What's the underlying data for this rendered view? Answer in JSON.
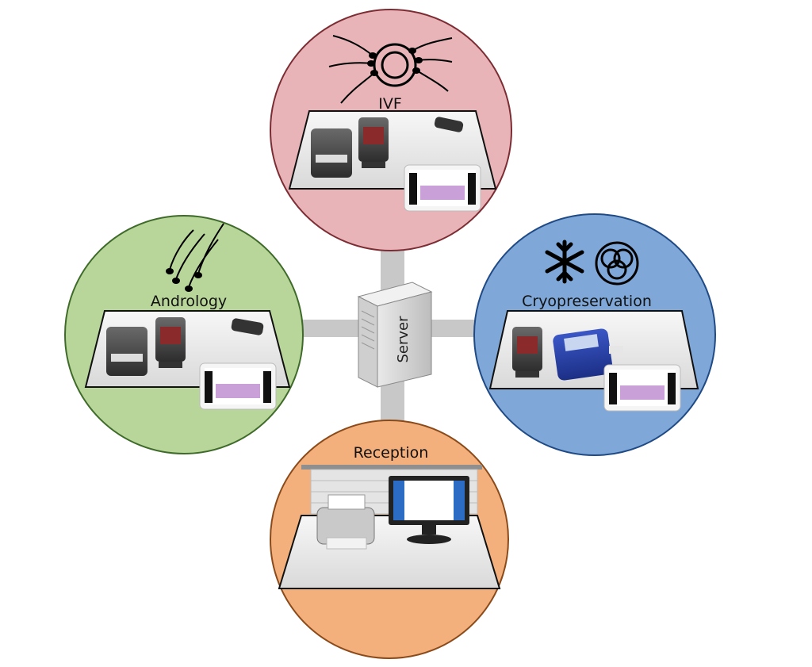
{
  "nodes": {
    "ivf": {
      "label": "IVF",
      "color": "#e8b4b8",
      "icon": "oocyte-with-sperm-icon"
    },
    "andrology": {
      "label": "Andrology",
      "color": "#b9d69a",
      "icon": "sperm-icon"
    },
    "cryopreservation": {
      "label": "Cryopreservation",
      "color": "#7fa8d8",
      "icons": [
        "snowflake-icon",
        "cryo-straw-icon"
      ]
    },
    "reception": {
      "label": "Reception",
      "color": "#f4b07c"
    }
  },
  "server": {
    "label": "Server"
  },
  "connector_color": "#c8c8c8"
}
